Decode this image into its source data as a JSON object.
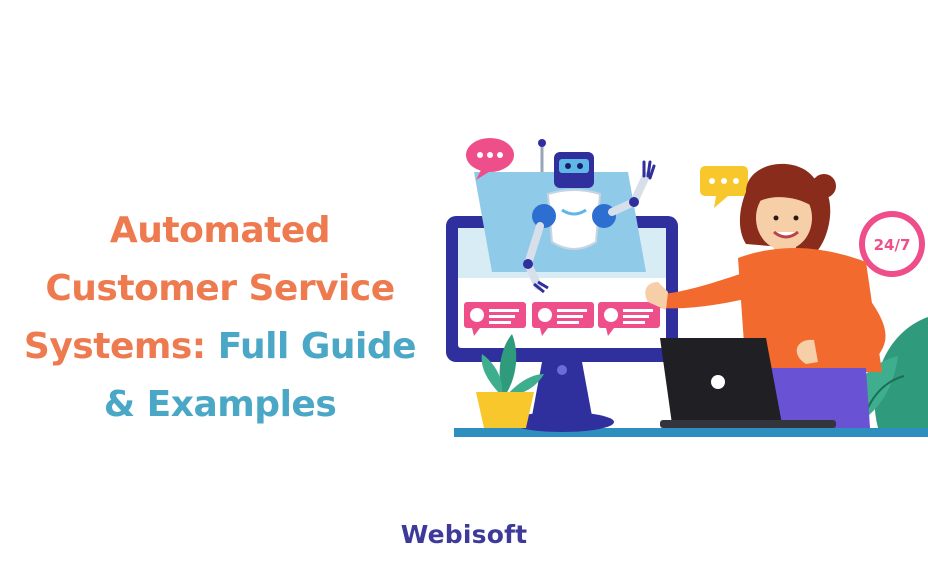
{
  "headline": {
    "line1": "Automated",
    "line2": "Customer Service",
    "line3_orange": "Systems: ",
    "line3_blue": "Full Guide",
    "line4": "& Examples"
  },
  "brand": {
    "name": "Webisoft"
  },
  "illustration": {
    "clock_label": "24/7"
  },
  "colors": {
    "headline_orange": "#ee7a4f",
    "headline_blue": "#4aa7c6",
    "brand_purple": "#3d3a9a",
    "monitor_frame": "#2f2f9e",
    "floor": "#2c8fbf",
    "sweater": "#f26a2e",
    "chat_pink": "#ee4f8a",
    "chat_yellow": "#f7c72c"
  }
}
